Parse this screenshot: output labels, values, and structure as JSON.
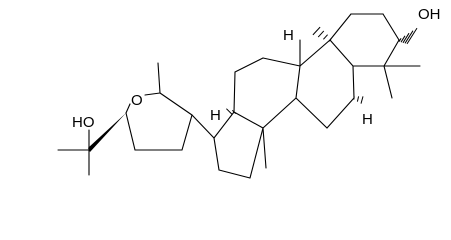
{
  "labels": {
    "hydroxyl_right": "OH",
    "hydroxyl_left": "HO",
    "ring_oxygen": "O",
    "h_c9": "H",
    "h_c5": "H",
    "h_c17": "H"
  },
  "colors": {
    "line": "#000000",
    "background": "#ffffff"
  }
}
